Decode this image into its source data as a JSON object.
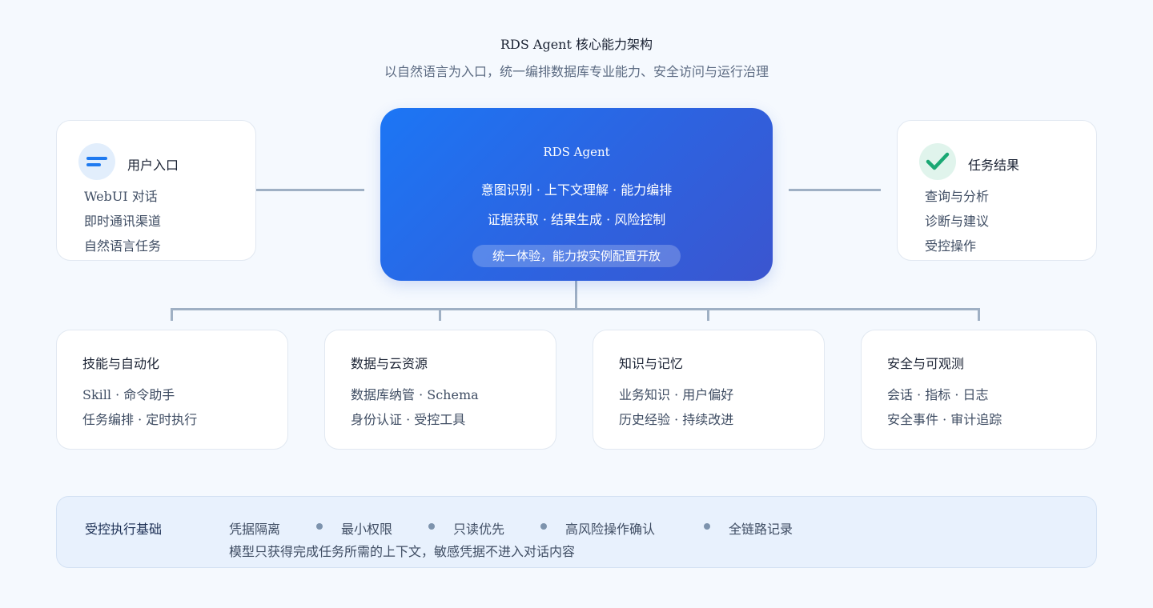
{
  "header": {
    "title": "RDS Agent 核心能力架构",
    "subtitle": "以自然语言为入口，统一编排数据库专业能力、安全访问与运行治理"
  },
  "input": {
    "title": "用户入口",
    "icon": "menu-lines-icon",
    "items": [
      "WebUI 对话",
      "即时通讯渠道",
      "自然语言任务"
    ]
  },
  "hub": {
    "title": "RDS Agent",
    "line1": "意图识别 · 上下文理解 · 能力编排",
    "line2": "证据获取 · 结果生成 · 风险控制",
    "badge": "统一体验，能力按实例配置开放"
  },
  "output": {
    "title": "任务结果",
    "icon": "checkmark-icon",
    "items": [
      "查询与分析",
      "诊断与建议",
      "受控操作"
    ]
  },
  "capabilities": [
    {
      "title": "技能与自动化",
      "line1": "Skill · 命令助手",
      "line2": "任务编排 · 定时执行"
    },
    {
      "title": "数据与云资源",
      "line1": "数据库纳管 · Schema",
      "line2": "身份认证 · 受控工具"
    },
    {
      "title": "知识与记忆",
      "line1": "业务知识 · 用户偏好",
      "line2": "历史经验 · 持续改进"
    },
    {
      "title": "安全与可观测",
      "line1": "会话 · 指标 · 日志",
      "line2": "安全事件 · 审计追踪"
    }
  ],
  "foundation": {
    "title": "受控执行基础",
    "principles": [
      "凭据隔离",
      "最小权限",
      "只读优先",
      "高风险操作确认",
      "全链路记录"
    ],
    "note": "模型只获得完成任务所需的上下文，敏感凭据不进入对话内容"
  },
  "colors": {
    "hub_gradient_start": "#1c76f5",
    "hub_gradient_end": "#3b55cf",
    "connector": "#9fb0c4",
    "input_icon": "#1f7af0",
    "output_icon": "#1aa874"
  }
}
